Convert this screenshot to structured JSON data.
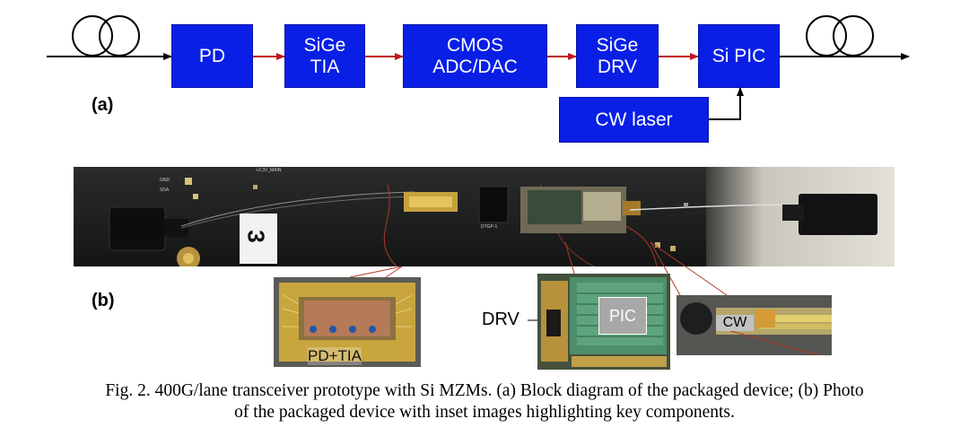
{
  "diagram": {
    "label_a": "(a)",
    "label_b": "(b)",
    "blocks": {
      "pd": [
        "PD"
      ],
      "sige_tia": [
        "SiGe",
        "TIA"
      ],
      "cmos": [
        "CMOS",
        "ADC/DAC"
      ],
      "sige_drv": [
        "SiGe",
        "DRV"
      ],
      "si_pic": [
        "Si PIC"
      ],
      "cw_laser": [
        "CW laser"
      ]
    },
    "colors": {
      "block": "#0a1fe6",
      "electrical_arrow": "#c0181d",
      "optical_arrow": "#000000"
    },
    "icons": [
      "fiber-coil-input-icon",
      "fiber-coil-output-icon"
    ]
  },
  "photo": {
    "board_text": [
      "+3.3V_MAIN",
      "GND",
      "SDA",
      "DTGP-1"
    ],
    "tag_text": "3",
    "insets": {
      "pd_tia": "PD+TIA",
      "drv": "DRV",
      "pic": "PIC",
      "cw": "CW"
    }
  },
  "caption": {
    "line1": "Fig. 2. 400G/lane transceiver prototype with Si MZMs. (a) Block diagram of the packaged device; (b) Photo",
    "line2": "of the packaged device with inset images highlighting key components."
  }
}
